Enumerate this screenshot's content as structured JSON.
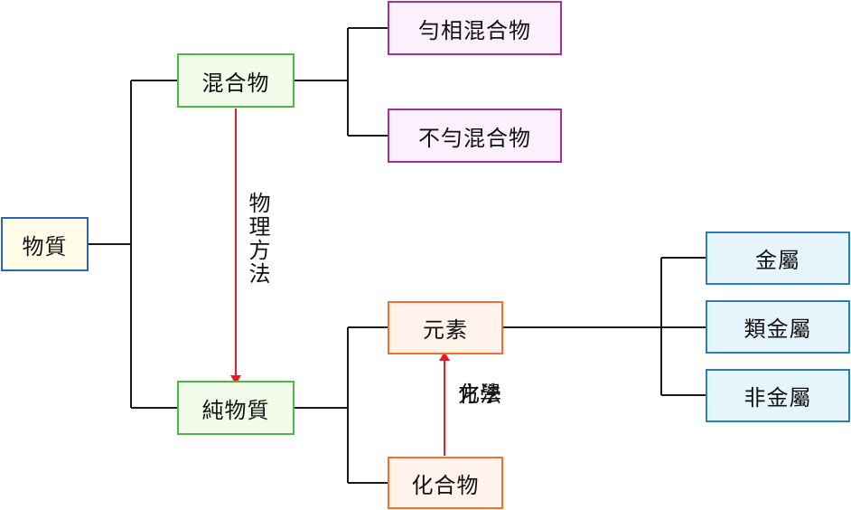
{
  "colors": {
    "line": "#1a1a1a",
    "arrow": "#e51c23",
    "root_fill": "#fffde7",
    "root_border": "#2a66b8",
    "mixture_fill": "#f2fbe9",
    "mixture_border": "#4cb848",
    "sub_mixture_fill": "#fbf0fb",
    "sub_mixture_border": "#a5309b",
    "element_fill": "#fff3ec",
    "element_border": "#f07030",
    "category_fill": "#e6f4fc",
    "category_border": "#2a7fc0"
  },
  "nodes": {
    "substance": "物質",
    "mixture": "混合物",
    "homogeneous": "勻相混合物",
    "heterogeneous": "不勻混合物",
    "pure": "純物質",
    "element": "元素",
    "compound": "化合物",
    "metal": "金屬",
    "metalloid": "類金屬",
    "nonmetal": "非金屬"
  },
  "arrows": {
    "physical_label": "物理方法",
    "chemical_label_line1": "化學",
    "chemical_label_line2": "方法"
  }
}
